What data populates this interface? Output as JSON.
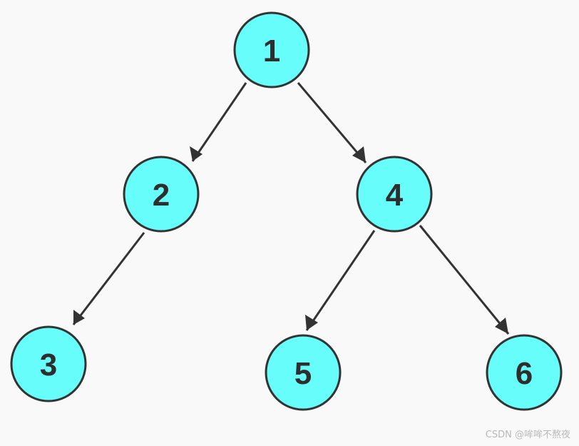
{
  "colors": {
    "background": "#f9f9f9",
    "node_fill": "#66fdfb",
    "node_stroke": "#333333",
    "edge": "#333333"
  },
  "tree": {
    "nodes": [
      {
        "id": "n1",
        "label": "1"
      },
      {
        "id": "n2",
        "label": "2"
      },
      {
        "id": "n4",
        "label": "4"
      },
      {
        "id": "n3",
        "label": "3"
      },
      {
        "id": "n5",
        "label": "5"
      },
      {
        "id": "n6",
        "label": "6"
      }
    ],
    "edges": [
      {
        "from": "1",
        "to": "2"
      },
      {
        "from": "1",
        "to": "4"
      },
      {
        "from": "2",
        "to": "3"
      },
      {
        "from": "4",
        "to": "5"
      },
      {
        "from": "4",
        "to": "6"
      }
    ]
  },
  "watermark": "CSDN @哞哞不熬夜"
}
